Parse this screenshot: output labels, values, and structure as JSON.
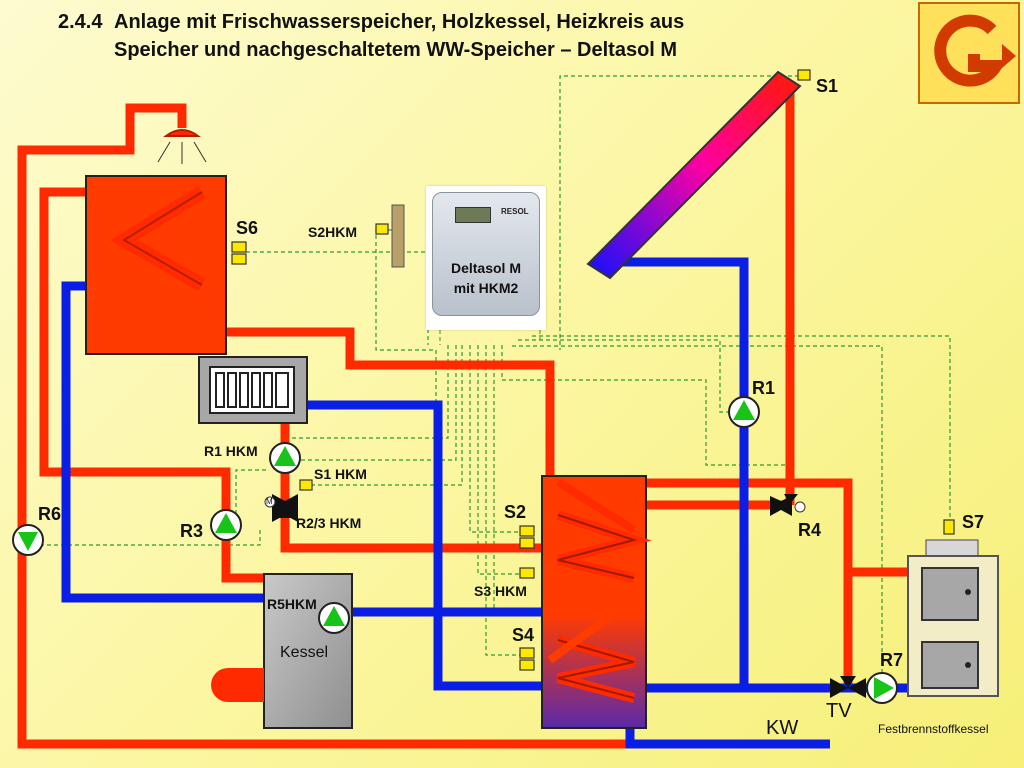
{
  "title": {
    "number": "2.4.4",
    "line1": "Anlage mit Frischwasserspeicher, Holzkessel, Heizkreis aus",
    "line2": "Speicher und nachgeschaltetem WW-Speicher – Deltasol M"
  },
  "controller": {
    "brand": "RESOL",
    "label_line1": "Deltasol M",
    "label_line2": "mit HKM2"
  },
  "labels": {
    "s1": "S1",
    "s6": "S6",
    "s2hkm": "S2HKM",
    "r1": "R1",
    "r1hkm": "R1 HKM",
    "s1hkm": "S1 HKM",
    "r6": "R6",
    "r3": "R3",
    "r23hkm": "R2/3 HKM",
    "s2": "S2",
    "r4": "R4",
    "s7": "S7",
    "s3hkm": "S3 HKM",
    "r5hkm": "R5HKM",
    "kessel": "Kessel",
    "s4": "S4",
    "r7": "R7",
    "tv": "TV",
    "kw": "KW",
    "festbrennstoffkessel": "Festbrennstoffkessel",
    "m": "M"
  },
  "colors": {
    "hot": "#ff2a00",
    "cold": "#0a1ee6",
    "sensor_line": "#2e9a2e",
    "pump": "#17c417",
    "tank_hot": "#ff3b00",
    "boiler_grey": "#9a9a9a",
    "background": "#fcf7a6"
  },
  "icons": [
    "shower-icon",
    "radiator-icon",
    "solar-collector-icon",
    "company-logo-icon",
    "oil-burner-icon"
  ]
}
